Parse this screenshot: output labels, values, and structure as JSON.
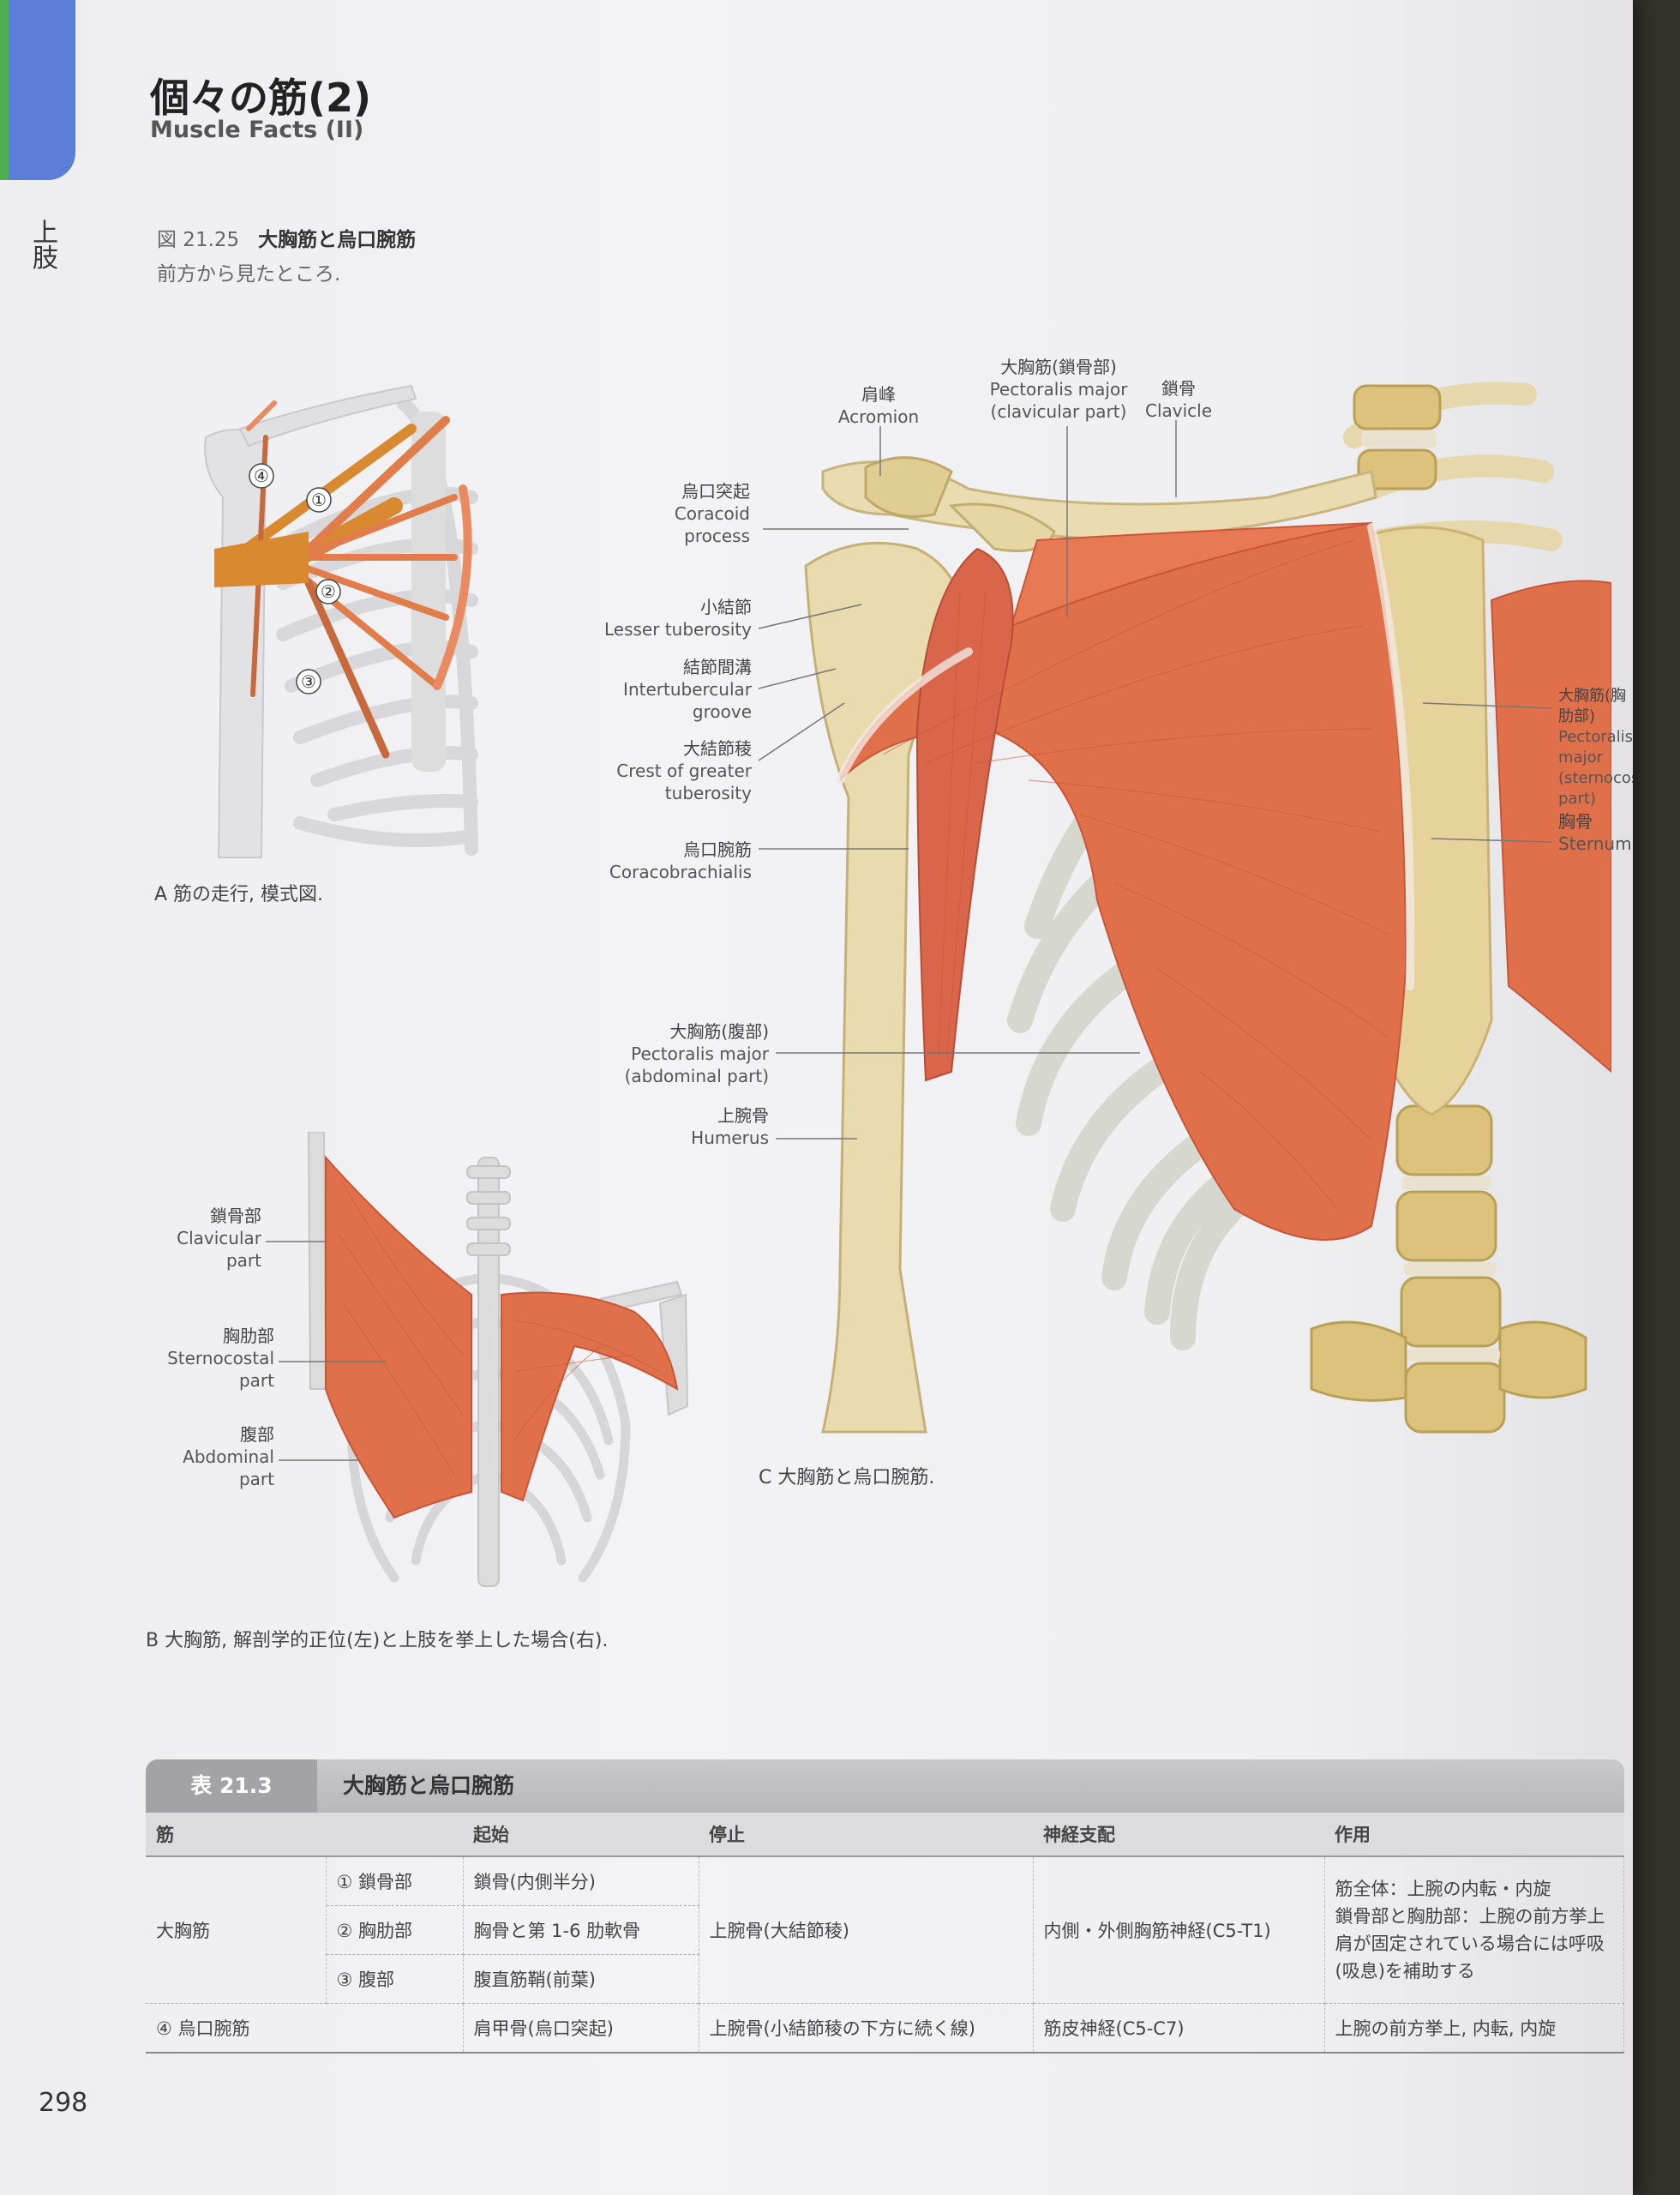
{
  "page": {
    "title": "個々の筋(2)",
    "subtitle": "Muscle Facts (II)",
    "side_label": "上肢",
    "page_number": "298",
    "tab_color": "#5b7fd6"
  },
  "figure": {
    "number": "図 21.25",
    "title": "大胸筋と烏口腕筋",
    "subtitle": "前方から見たところ."
  },
  "panel_a": {
    "caption": "A 筋の走行, 模式図.",
    "markers": [
      "①",
      "②",
      "③",
      "④"
    ]
  },
  "panel_b": {
    "caption": "B 大胸筋, 解剖学的正位(左)と上肢を挙上した場合(右).",
    "labels": {
      "clavicular": {
        "ja": "鎖骨部",
        "en1": "Clavicular",
        "en2": "part"
      },
      "sternocostal": {
        "ja": "胸肋部",
        "en1": "Sternocostal",
        "en2": "part"
      },
      "abdominal": {
        "ja": "腹部",
        "en1": "Abdominal",
        "en2": "part"
      }
    }
  },
  "panel_c": {
    "caption": "C 大胸筋と烏口腕筋.",
    "labels": {
      "acromion": {
        "ja": "肩峰",
        "en": "Acromion"
      },
      "pm_clav": {
        "ja": "大胸筋(鎖骨部)",
        "en1": "Pectoralis major",
        "en2": "(clavicular part)"
      },
      "clavicle": {
        "ja": "鎖骨",
        "en": "Clavicle"
      },
      "coracoid": {
        "ja": "烏口突起",
        "en1": "Coracoid",
        "en2": "process"
      },
      "lesser": {
        "ja": "小結節",
        "en": "Lesser tuberosity"
      },
      "intertub": {
        "ja": "結節間溝",
        "en1": "Intertubercular",
        "en2": "groove"
      },
      "crest": {
        "ja": "大結節稜",
        "en1": "Crest of greater",
        "en2": "tuberosity"
      },
      "coracobrachialis": {
        "ja": "烏口腕筋",
        "en": "Coracobrachialis"
      },
      "pm_abd": {
        "ja": "大胸筋(腹部)",
        "en1": "Pectoralis major",
        "en2": "(abdominal part)"
      },
      "humerus": {
        "ja": "上腕骨",
        "en": "Humerus"
      },
      "pm_stern": {
        "ja": "大胸筋(胸肋部)",
        "en1": "Pectoralis major",
        "en2": "(sternocostal",
        "en3": "part)"
      },
      "sternum": {
        "ja": "胸骨",
        "en": "Sternum"
      }
    }
  },
  "table": {
    "badge": "表 21.3",
    "title": "大胸筋と烏口腕筋",
    "headers": [
      "筋",
      "起始",
      "停止",
      "神経支配",
      "作用"
    ],
    "pm_name": "大胸筋",
    "pm_parts": [
      {
        "part": "① 鎖骨部",
        "origin": "鎖骨(内側半分)"
      },
      {
        "part": "② 胸肋部",
        "origin": "胸骨と第 1-6 肋軟骨"
      },
      {
        "part": "③ 腹部",
        "origin": "腹直筋鞘(前葉)"
      }
    ],
    "pm_insertion": "上腕骨(大結節稜)",
    "pm_nerve": "内側・外側胸筋神経(C5-T1)",
    "pm_action": [
      "筋全体：上腕の内転・内旋",
      "鎖骨部と胸肋部：上腕の前方挙上",
      "肩が固定されている場合には呼吸",
      "(吸息)を補助する"
    ],
    "cb": {
      "name": "④ 烏口腕筋",
      "origin": "肩甲骨(烏口突起)",
      "insertion": "上腕骨(小結節稜の下方に続く線)",
      "nerve": "筋皮神経(C5-C7)",
      "action": "上腕の前方挙上, 内転, 内旋"
    }
  },
  "colors": {
    "muscle": "#e0704a",
    "muscle_dark": "#c8553a",
    "bone": "#e9d9ad",
    "bone_shade": "#cfbb86",
    "tendon": "#f4e8dc",
    "schema_orange": "#d9892f"
  }
}
